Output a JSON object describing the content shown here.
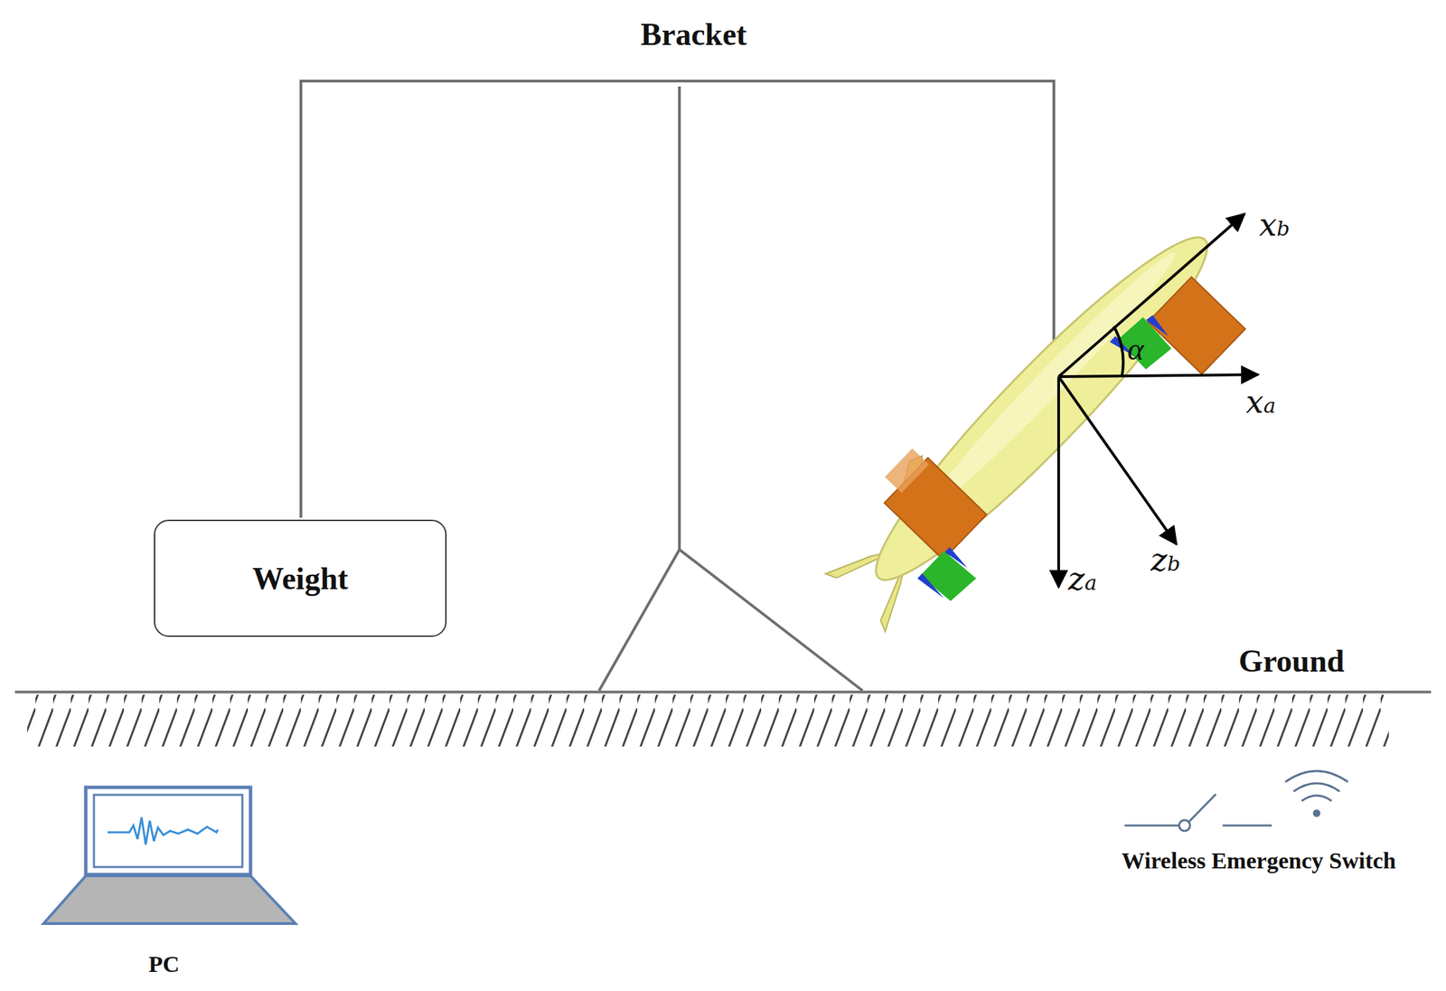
{
  "diagram": {
    "nodes": [
      {
        "text": [
          "Weight"
        ]
      }
    ],
    "labels": [
      "Bracket",
      "Ground",
      "PC",
      "Wireless Emergency Switch",
      "xb",
      "xa",
      "za",
      "zb",
      "α"
    ]
  }
}
